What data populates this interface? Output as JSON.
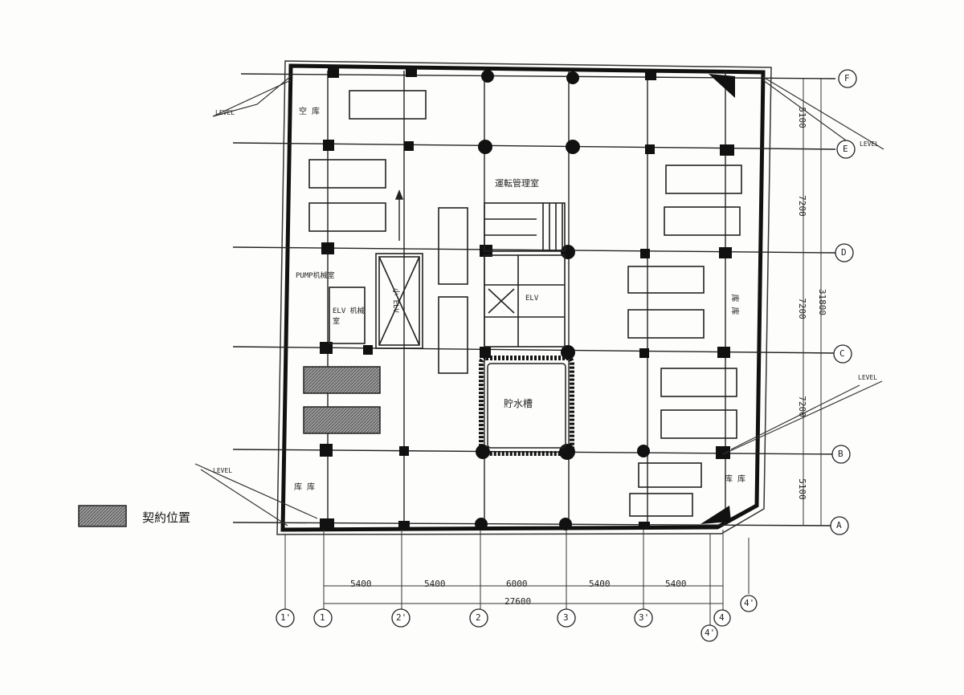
{
  "title": "",
  "x_grid": {
    "labels": [
      "1'",
      "1",
      "2'",
      "2",
      "3",
      "3'",
      "4'",
      "4",
      "4'"
    ],
    "dims": [
      "5400",
      "5400",
      "6000",
      "5400",
      "5400"
    ],
    "total": "27600"
  },
  "y_grid": {
    "labels": [
      "F",
      "E",
      "D",
      "C",
      "B",
      "A"
    ],
    "dims": [
      "5100",
      "7200",
      "7200",
      "7200",
      "5100"
    ],
    "total": "31800"
  },
  "rooms": {
    "grey_room": "空 库",
    "mid_store": "库 库",
    "left_store": "库 库",
    "right_store": "库 库",
    "elv_machine": "ELV 机械室",
    "pump_room": "PUMP机械室",
    "lift_shaft": "小 ELV",
    "elev_hall": "ELV",
    "stair_control": "運転管理室",
    "water_tank": "貯水槽"
  },
  "legend": {
    "text": "契約位置",
    "swatch_color": "#8a8a8a"
  },
  "annotations": {
    "tl": "LEVEL",
    "tr": "LEVEL",
    "bl": "LEVEL",
    "br": "LEVEL"
  }
}
